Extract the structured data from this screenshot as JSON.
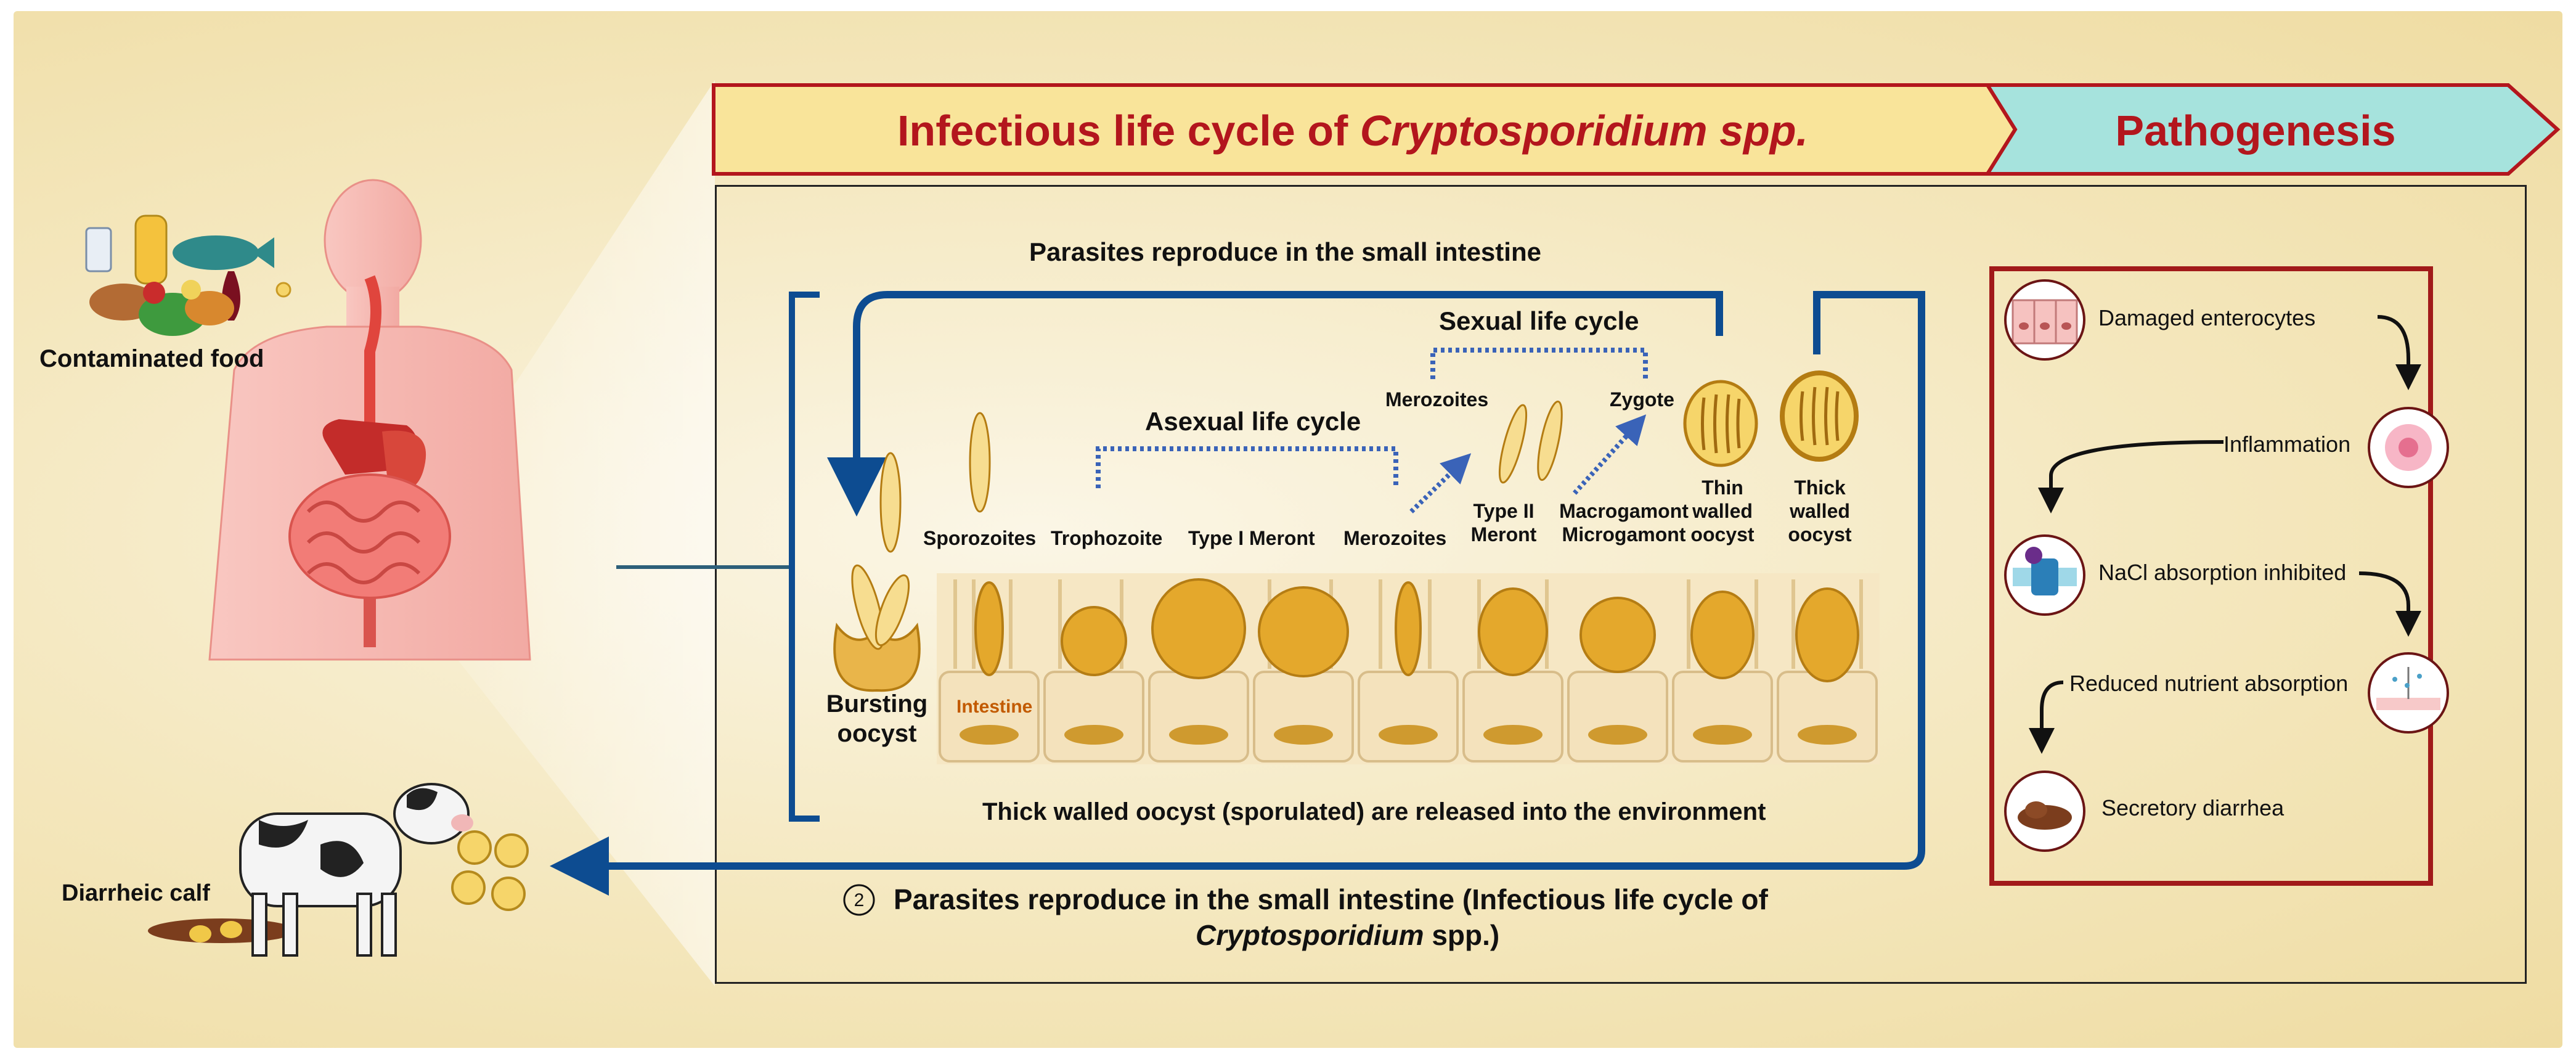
{
  "banner": {
    "title_prefix": "Infectious life cycle of ",
    "title_species": "Cryptosporidium spp.",
    "pathogenesis": "Pathogenesis"
  },
  "left": {
    "contaminated_food": "Contaminated food",
    "diarrheic_calf": "Diarrheic calf"
  },
  "lifecycle": {
    "top_caption": "Parasites reproduce in the small intestine",
    "bottom_caption": "Thick walled oocyst (sporulated) are released into the environment",
    "asexual": "Asexual life cycle",
    "sexual": "Sexual life cycle",
    "stages": {
      "sporozoites": "Sporozoites",
      "trophozoite": "Trophozoite",
      "type1_meront": "Type I Meront",
      "merozoites_1": "Merozoites",
      "merozoites_2": "Merozoites",
      "type2_meront_line1": "Type II",
      "type2_meront_line2": "Meront",
      "macrogamont": "Macrogamont",
      "microgamont": "Microgamont",
      "zygote": "Zygote",
      "thin_line1": "Thin",
      "thin_line2": "walled",
      "thin_line3": "oocyst",
      "thick_line1": "Thick",
      "thick_line2": "walled",
      "thick_line3": "oocyst",
      "bursting_line1": "Bursting",
      "bursting_line2": "oocyst",
      "intestine": "Intestine"
    }
  },
  "footer": {
    "number": "2",
    "line1": "Parasites reproduce in the small intestine (Infectious life cycle of",
    "line2_species": "Cryptosporidium",
    "line2_suffix": " spp.)"
  },
  "pathogenesis": {
    "steps": [
      "Damaged enterocytes",
      "Inflammation",
      "NaCl absorption inhibited",
      "Reduced nutrient absorption",
      "Secretory diarrhea"
    ]
  },
  "colors": {
    "banner_red": "#b3161d",
    "banner_yellow": "#f9e49a",
    "banner_teal": "#a6e3dd",
    "arrow_blue": "#0d4c91",
    "dotted_blue": "#3a63b8",
    "pathogenesis_border": "#a11a1a"
  }
}
